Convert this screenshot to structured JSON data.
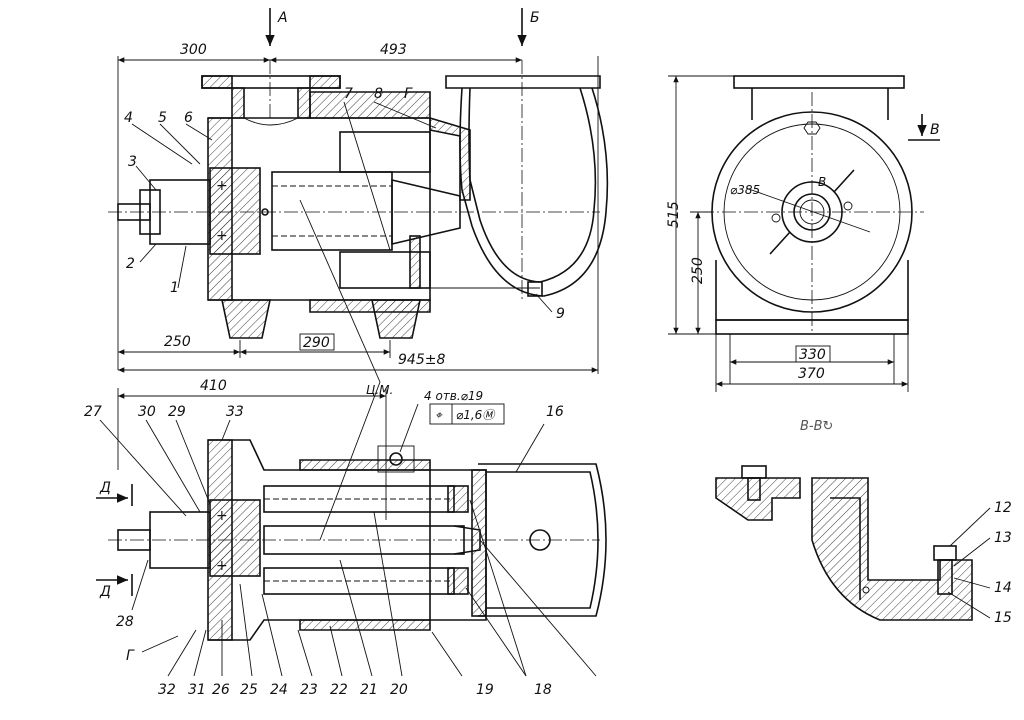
{
  "dimensions": {
    "top_left_length": "300",
    "top_right_length": "493",
    "bottom_left_length": "250",
    "bottom_mid_length": "290",
    "overall_length": "945±8",
    "plan_length": "410",
    "end_height_total": "515",
    "end_height_axis": "250",
    "end_width_inner": "330",
    "end_width_outer": "370",
    "bolt_circle": "⌀385"
  },
  "section_markers": {
    "a": "А",
    "b": "Б",
    "v": "В",
    "g_top": "Г",
    "g_bottom": "Г",
    "d_top": "Д",
    "d_bottom": "Д",
    "v_circle": "В"
  },
  "notes": {
    "center_of_mass": "Ц.М.",
    "holes": "4 отв.⌀19",
    "tolerance_symbol": "⌖",
    "tolerance_value": "⌀1,6Ⓜ",
    "section_title": "В-В↻"
  },
  "callouts": {
    "top_view": [
      "1",
      "2",
      "3",
      "4",
      "5",
      "6",
      "7",
      "8",
      "9"
    ],
    "plan_view": [
      "16",
      "18",
      "19",
      "20",
      "21",
      "22",
      "23",
      "24",
      "25",
      "26",
      "27",
      "28",
      "29",
      "30",
      "31",
      "32",
      "33"
    ],
    "detail_view": [
      "12",
      "13",
      "14",
      "15"
    ]
  }
}
